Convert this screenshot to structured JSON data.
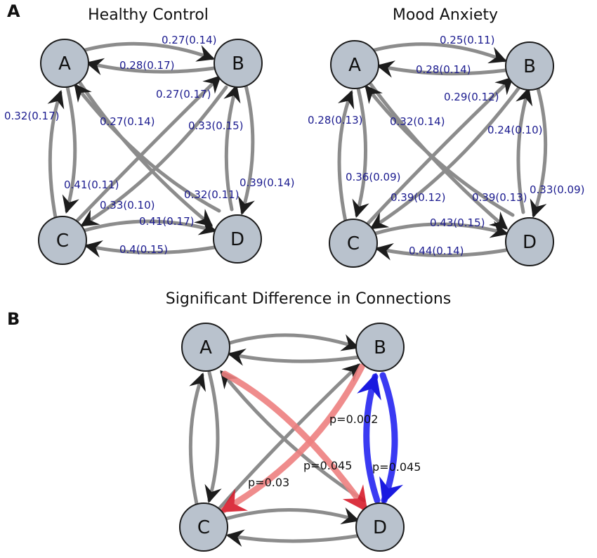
{
  "figure": {
    "panel_a_letter": "A",
    "panel_b_letter": "B"
  },
  "healthy": {
    "title": "Healthy Control",
    "nodes": [
      "A",
      "B",
      "C",
      "D"
    ],
    "edges": [
      {
        "id": "A-B",
        "label": "0.27(0.14)"
      },
      {
        "id": "B-A",
        "label": "0.28(0.17)"
      },
      {
        "id": "C-A",
        "label": "0.32(0.17)"
      },
      {
        "id": "A-C",
        "label": "0.41(0.11)"
      },
      {
        "id": "A-D",
        "label": "0.27(0.14)"
      },
      {
        "id": "D-A",
        "label": "0.32(0.11)"
      },
      {
        "id": "C-B",
        "label": "0.27(0.17)"
      },
      {
        "id": "B-C",
        "label": "0.33(0.10)"
      },
      {
        "id": "D-B",
        "label": "0.33(0.15)"
      },
      {
        "id": "B-D",
        "label": "0.39(0.14)"
      },
      {
        "id": "C-D",
        "label": "0.41(0.17)"
      },
      {
        "id": "D-C",
        "label": "0.4(0.15)"
      }
    ]
  },
  "anxiety": {
    "title": "Mood Anxiety",
    "nodes": [
      "A",
      "B",
      "C",
      "D"
    ],
    "edges": [
      {
        "id": "A-B",
        "label": "0.25(0.11)"
      },
      {
        "id": "B-A",
        "label": "0.28(0.14)"
      },
      {
        "id": "C-A",
        "label": "0.28(0.13)"
      },
      {
        "id": "A-C",
        "label": "0.36(0.09)"
      },
      {
        "id": "A-D",
        "label": "0.32(0.14)"
      },
      {
        "id": "D-A",
        "label": "0.39(0.13)"
      },
      {
        "id": "C-B",
        "label": "0.29(0.12)"
      },
      {
        "id": "B-C",
        "label": "0.39(0.12)"
      },
      {
        "id": "D-B",
        "label": "0.24(0.10)"
      },
      {
        "id": "B-D",
        "label": "0.33(0.09)"
      },
      {
        "id": "C-D",
        "label": "0.43(0.15)"
      },
      {
        "id": "D-C",
        "label": "0.44(0.14)"
      }
    ]
  },
  "difference": {
    "title": "Significant Difference in Connections",
    "nodes": [
      "A",
      "B",
      "C",
      "D"
    ],
    "significant": [
      {
        "id": "A-D",
        "p": "p=0.045",
        "color": "#e8595c"
      },
      {
        "id": "B-C",
        "p": "p=0.03",
        "color": "#e8595c"
      },
      {
        "id": "D-B",
        "p": "p=0.002",
        "color": "#2b2bf0"
      },
      {
        "id": "B-D",
        "p": "p=0.045",
        "color": "#2b2bf0"
      }
    ],
    "colors": {
      "neutral_edge": "#8c8c8c",
      "increase": "#e8595c",
      "decrease": "#2b2bf0",
      "node_fill": "#b9c2cd",
      "label_blue": "#1b1b8f"
    }
  }
}
